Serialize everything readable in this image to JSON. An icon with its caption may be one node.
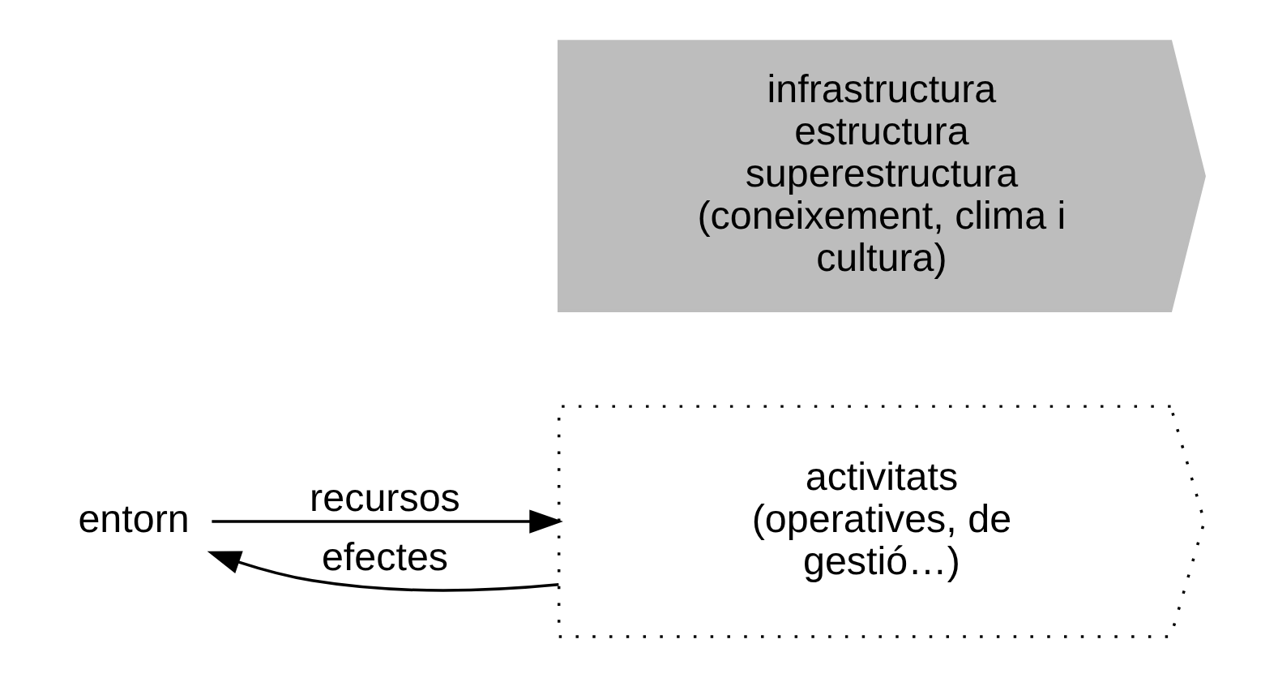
{
  "diagram": {
    "nodes": [
      {
        "text": [
          "entorn"
        ]
      },
      {
        "text": [
          "activitats (operatives, de gestió…)"
        ]
      },
      {
        "text": [
          "infrastructura estructura superestructura (coneixement, clima i cultura)"
        ]
      }
    ],
    "edges": [
      {
        "from": 1,
        "to": 0,
        "arrow": "to",
        "label": "efectes"
      },
      {
        "from": 0,
        "to": 1,
        "arrow": "to",
        "label": "recursos"
      }
    ]
  }
}
